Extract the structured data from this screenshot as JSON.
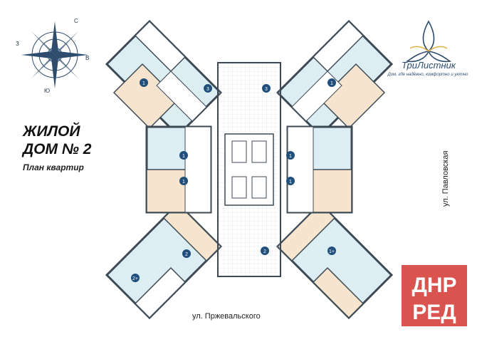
{
  "title_line1": "ЖИЛОЙ",
  "title_line2": "ДОМ № 2",
  "subtitle": "План квартир",
  "street_right": "ул. Павловская",
  "street_bottom": "ул. Пржевальского",
  "compass": {
    "north": "С",
    "east": "В",
    "south": "Ю",
    "west": "З"
  },
  "logo": {
    "name": "ТриЛистник",
    "tagline": "Дом, где надёжно, комфортно и уютно"
  },
  "watermark": "ДНР РЕД",
  "apartments": [
    {
      "label": "1"
    },
    {
      "label": "3"
    },
    {
      "label": "3"
    },
    {
      "label": "1"
    },
    {
      "label": "1"
    },
    {
      "label": "1"
    },
    {
      "label": "1"
    },
    {
      "label": "1"
    },
    {
      "label": "2"
    },
    {
      "label": "2"
    },
    {
      "label": "2+"
    },
    {
      "label": "1+"
    }
  ],
  "colors": {
    "wall": "#3d4a55",
    "room_blue": "#dceef3",
    "room_peach": "#f6e4cf",
    "room_white": "#ffffff",
    "accent": "#2e4d6e",
    "badge": "#1f4f7a"
  }
}
